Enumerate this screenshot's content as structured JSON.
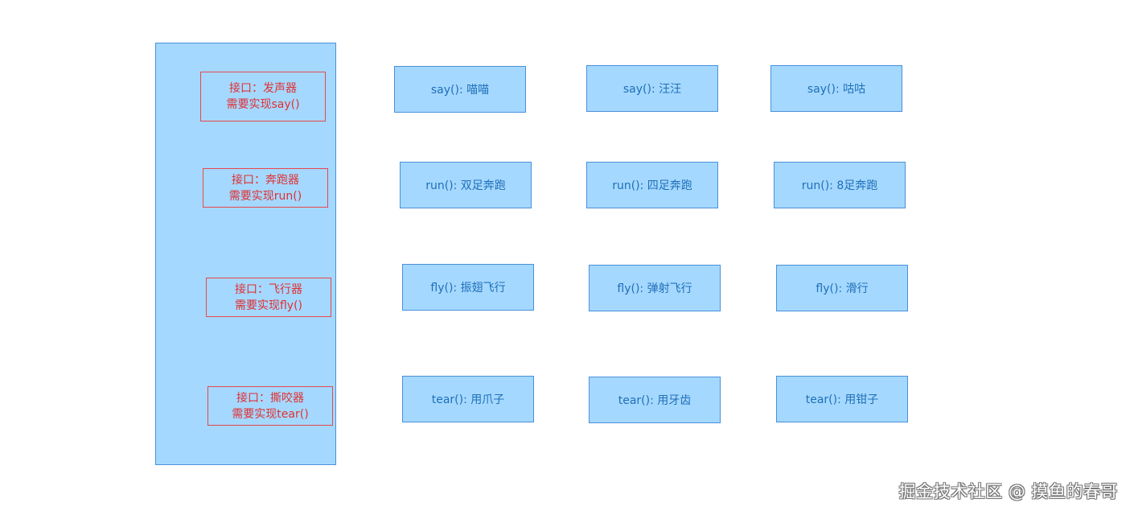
{
  "interfaces": [
    {
      "line1": "接口：发声器",
      "line2": "需要实现say()"
    },
    {
      "line1": "接口：奔跑器",
      "line2": "需要实现run()"
    },
    {
      "line1": "接口：飞行器",
      "line2": "需要实现fly()"
    },
    {
      "line1": "接口：撕咬器",
      "line2": "需要实现tear()"
    }
  ],
  "implementations": [
    [
      "say(): 喵喵",
      "say(): 汪汪",
      "say(): 咕咕"
    ],
    [
      "run(): 双足奔跑",
      "run(): 四足奔跑",
      "run(): 8足奔跑"
    ],
    [
      "fly(): 振翅飞行",
      "fly(): 弹射飞行",
      "fly(): 滑行"
    ],
    [
      "tear(): 用爪子",
      "tear(): 用牙齿",
      "tear(): 用钳子"
    ]
  ],
  "watermark": "掘金技术社区 @ 摸鱼的春哥"
}
